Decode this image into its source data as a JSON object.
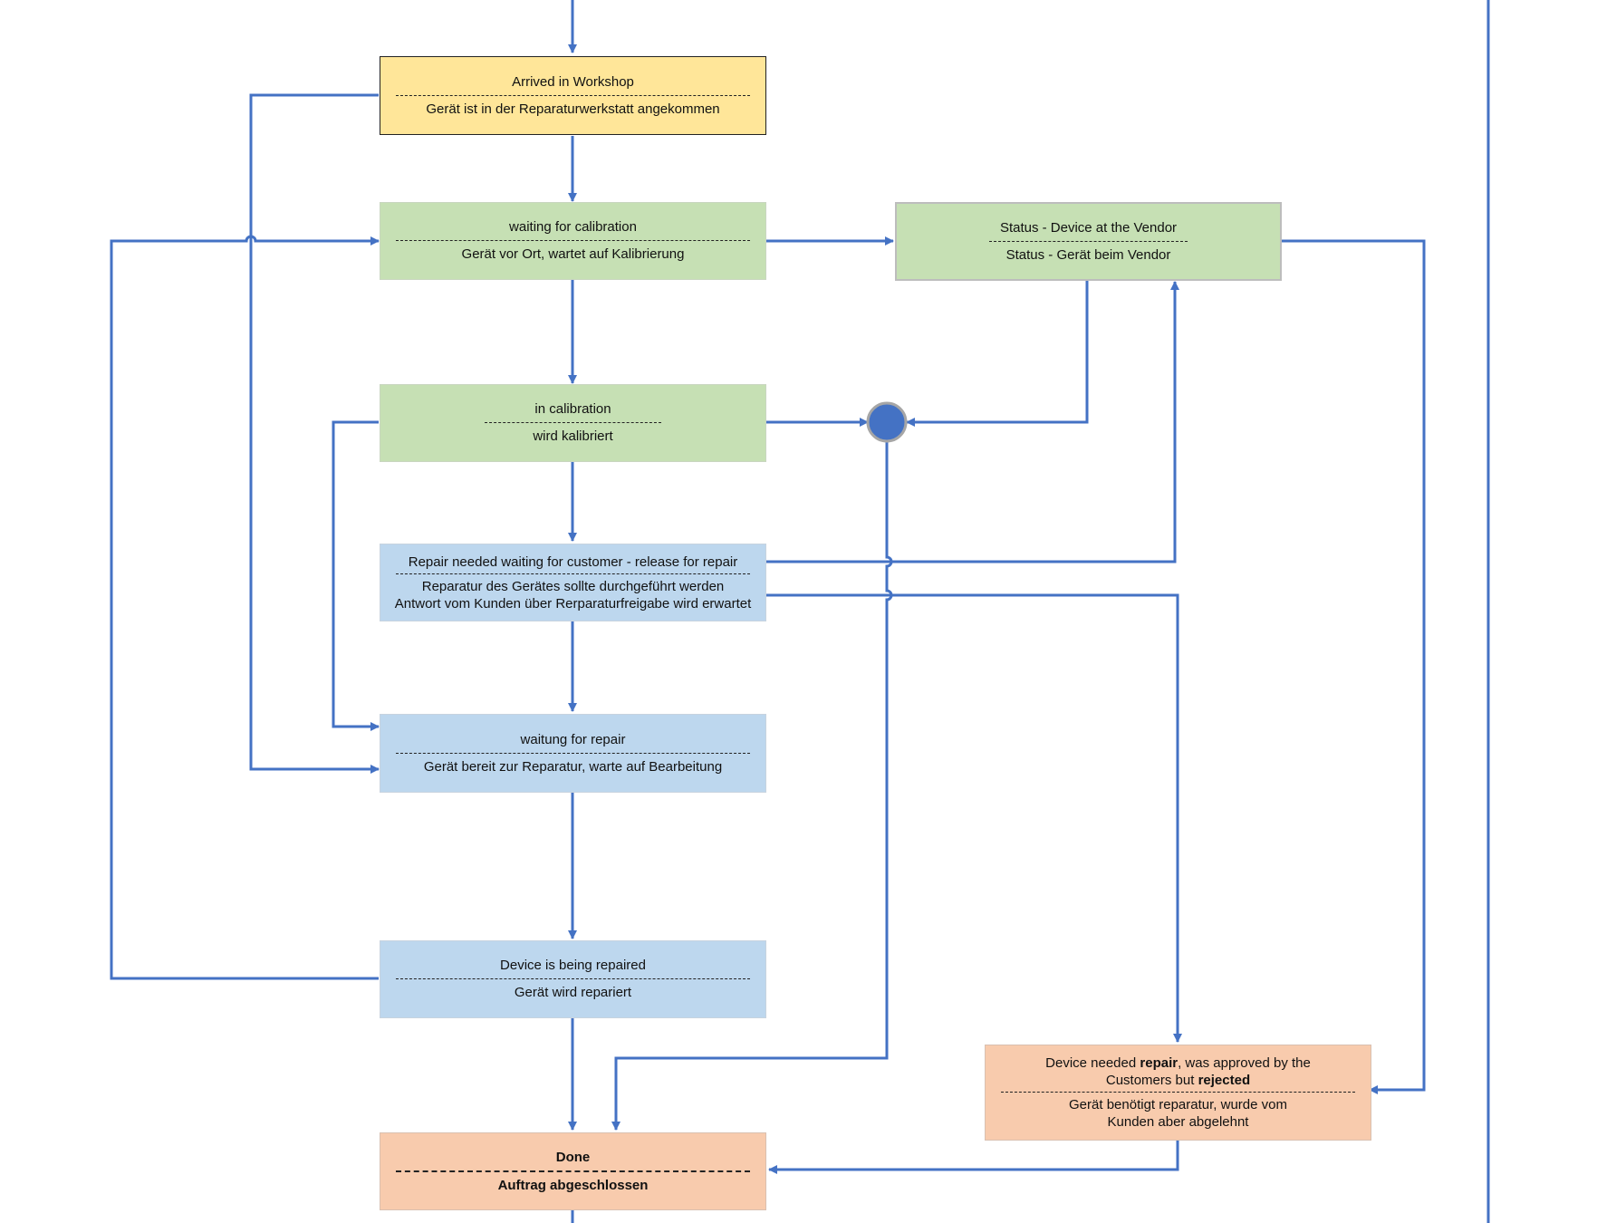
{
  "colors": {
    "connector": "#4472c4",
    "yellow": "#ffe699",
    "green": "#c6e0b4",
    "blue": "#bdd7ee",
    "orange": "#f8cbad",
    "junction": "#4472c4"
  },
  "nodes": {
    "arrived": {
      "line1": "Arrived in Workshop",
      "line2": "Gerät ist in der Reparaturwerkstatt angekommen"
    },
    "waiting_calibration": {
      "line1": "waiting for calibration",
      "line2": "Gerät vor Ort, wartet auf Kalibrierung"
    },
    "vendor": {
      "line1": "Status - Device at the Vendor",
      "line2": "Status - Gerät beim Vendor"
    },
    "in_calibration": {
      "line1": "in calibration",
      "line2": "wird kalibriert"
    },
    "repair_needed": {
      "line1": "Repair needed waiting for customer - release for repair",
      "line2": "Reparatur des Gerätes sollte durchgeführt werden",
      "line3": "Antwort vom Kunden über Rerparaturfreigabe wird erwartet"
    },
    "waiting_repair": {
      "line1": "waitung for repair",
      "line2": "Gerät bereit zur Reparatur, warte auf Bearbeitung"
    },
    "being_repaired": {
      "line1": "Device is being repaired",
      "line2": "Gerät wird repariert"
    },
    "rejected": {
      "line1_a": "Device needed ",
      "line1_b": "repair",
      "line1_c": ", was approved by the",
      "line2_a": "Customers but ",
      "line2_b": "rejected",
      "line3": "Gerät benötigt reparatur, wurde vom",
      "line4": "Kunden aber abgelehnt"
    },
    "done": {
      "line1": "Done",
      "line2": "Auftrag abgeschlossen"
    }
  }
}
